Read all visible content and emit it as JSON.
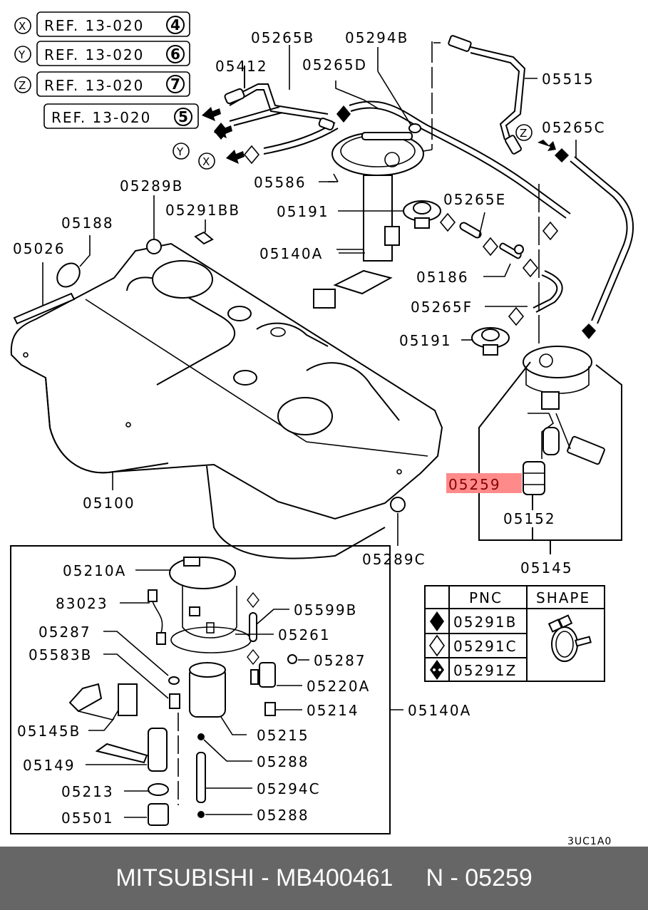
{
  "references": [
    {
      "marker": "X",
      "text": "REF. 13-020",
      "num": "4"
    },
    {
      "marker": "Y",
      "text": "REF. 13-020",
      "num": "6"
    },
    {
      "marker": "Z",
      "text": "REF. 13-020",
      "num": "7"
    },
    {
      "marker": "",
      "text": "REF. 13-020",
      "num": "5"
    }
  ],
  "arrow_markers": {
    "y": "Y",
    "x": "X",
    "z": "Z"
  },
  "labels": {
    "p05265B": "05265B",
    "p05294B": "05294B",
    "p05412": "05412",
    "p05265D": "05265D",
    "p05515": "05515",
    "p05265C": "05265C",
    "p05586": "05586",
    "p05289B": "05289B",
    "p05291BB": "05291BB",
    "p05188": "05188",
    "p05026": "05026",
    "p05191a": "05191",
    "p05265E": "05265E",
    "p05140A": "05140A",
    "p05186": "05186",
    "p05265F": "05265F",
    "p05191b": "05191",
    "p05259": "05259",
    "p05152": "05152",
    "p05145": "05145",
    "p05100": "05100",
    "p05289C": "05289C",
    "p05210A": "05210A",
    "p83023": "83023",
    "p05287a": "05287",
    "p05583B": "05583B",
    "p05145B": "05145B",
    "p05149": "05149",
    "p05213": "05213",
    "p05501": "05501",
    "p05599B": "05599B",
    "p05261": "05261",
    "p05287b": "05287",
    "p05220A": "05220A",
    "p05214": "05214",
    "p05140A_b": "05140A",
    "p05215": "05215",
    "p05288a": "05288",
    "p05294C": "05294C",
    "p05288b": "05288",
    "drawing_code": "3UC1A0"
  },
  "highlight": {
    "part": "05259",
    "fill": "#ff8a8a",
    "text_color": "#8b0000"
  },
  "legend_table": {
    "headers": [
      "",
      "PNC",
      "SHAPE"
    ],
    "rows": [
      {
        "symbol": "filled-diamond",
        "pnc": "05291B"
      },
      {
        "symbol": "open-diamond",
        "pnc": "05291C"
      },
      {
        "symbol": "dotted-diamond",
        "pnc": "05291Z"
      }
    ],
    "shape": "hose-clamp"
  },
  "footer": {
    "brand": "MITSUBISHI",
    "separator": " - ",
    "part_number": "MB400461",
    "ref_prefix": "N",
    "ref_separator": " - ",
    "ref_number": "05259",
    "background": "#666666"
  }
}
